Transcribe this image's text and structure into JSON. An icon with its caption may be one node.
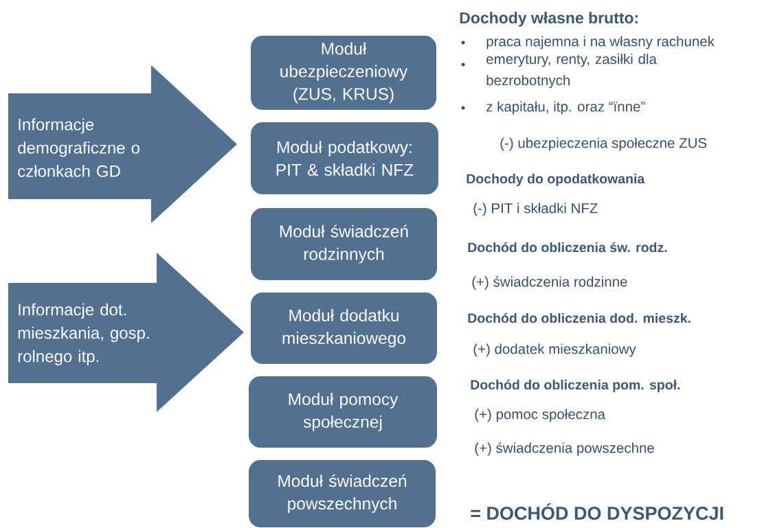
{
  "diagram": {
    "nodes": [
      {
        "text": [
          "Informacje demograficzne o członkach GD"
        ]
      },
      {
        "text": [
          "Informacje dot. mieszkania, gosp. rolnego itp."
        ]
      },
      {
        "text": [
          "Moduł ubezpieczeniowy (ZUS, KRUS)"
        ]
      },
      {
        "text": [
          "Moduł podatkowy: PIT & składki NFZ"
        ]
      },
      {
        "text": [
          "Moduł świadczeń rodzinnych"
        ]
      },
      {
        "text": [
          "Moduł dodatku mieszkaniowego"
        ]
      },
      {
        "text": [
          "Moduł pomocy społecznej"
        ]
      },
      {
        "text": [
          "Moduł świadczeń powszechnych"
        ]
      }
    ],
    "labels": [
      "Dochody własne brutto:",
      "praca najemna i na własny rachunek",
      "emerytury, renty, zasiłki dla bezrobotnych",
      "z kapitału, itp. oraz “ïnne”",
      "(-) ubezpieczenia społeczne ZUS",
      "Dochody do opodatkowania",
      "(-) PIT i składki NFZ",
      "Dochód do obliczenia św. rodz.",
      "(+) świadczenia rodzinne",
      "Dochód do obliczenia dod. mieszk.",
      "(+) dodatek mieszkaniowy",
      "Dochód do obliczenia pom. społ.",
      "(+) pomoc społeczna",
      "(+) świadczenia powszechne",
      "= DOCHÓD DO DYSPOZYCJI"
    ]
  }
}
